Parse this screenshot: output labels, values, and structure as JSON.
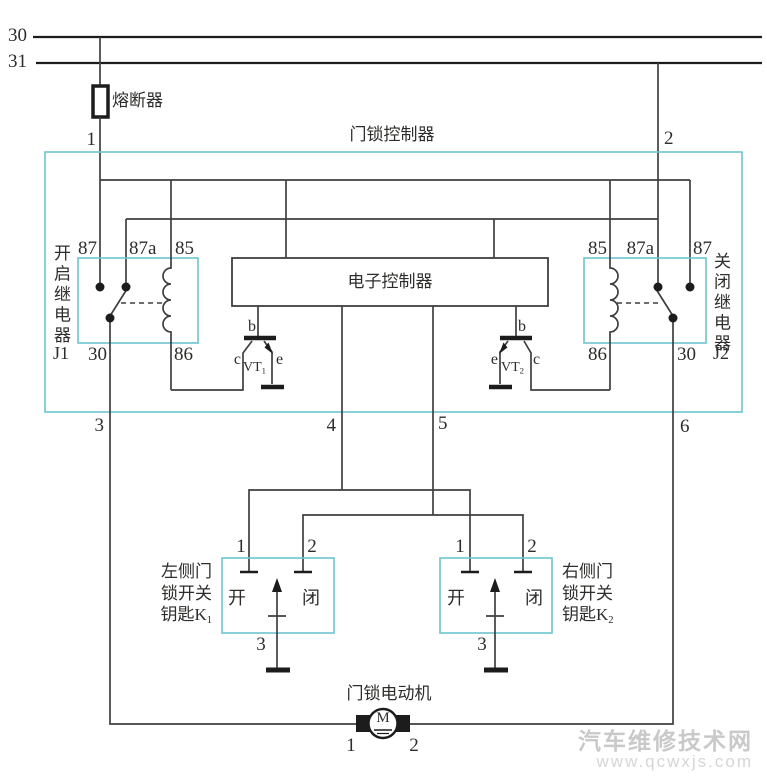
{
  "colors": {
    "wire": "#3f3f3f",
    "rail": "#1c1c1c",
    "box_stroke": "#6cc5ce",
    "text": "#2e2d2b",
    "watermark_primary": "#c9c9c9",
    "watermark_secondary": "#d6d6d6",
    "background": "#ffffff"
  },
  "rails": {
    "rail_30": "30",
    "rail_31": "31"
  },
  "fuse": {
    "label": "熔断器"
  },
  "controller": {
    "title": "门锁控制器",
    "ecu_label": "电子控制器",
    "terminal_1": "1",
    "terminal_2": "2",
    "terminal_3": "3",
    "terminal_4": "4",
    "terminal_5": "5",
    "terminal_6": "6"
  },
  "relay_j1": {
    "name": "开启继电器",
    "id": "J1",
    "t87": "87",
    "t87a": "87a",
    "t85": "85",
    "t30": "30",
    "t86": "86"
  },
  "relay_j2": {
    "name": "关闭继电器",
    "id": "J2",
    "t85": "85",
    "t87a": "87a",
    "t87": "87",
    "t86": "86",
    "t30": "30"
  },
  "transistor_vt1": {
    "label": "VT",
    "sub": "1",
    "base": "b",
    "collector": "c",
    "emitter": "e"
  },
  "transistor_vt2": {
    "label": "VT",
    "sub": "2",
    "base": "b",
    "collector": "c",
    "emitter": "e"
  },
  "switch_left": {
    "name_line1": "左侧门",
    "name_line2": "锁开关",
    "name_line3": "钥匙K",
    "name_sub": "1",
    "t1": "1",
    "t2": "2",
    "t3": "3",
    "open_label": "开",
    "close_label": "闭"
  },
  "switch_right": {
    "name_line1": "右侧门",
    "name_line2": "锁开关",
    "name_line3": "钥匙K",
    "name_sub": "2",
    "t1": "1",
    "t2": "2",
    "t3": "3",
    "open_label": "开",
    "close_label": "闭"
  },
  "motor": {
    "title": "门锁电动机",
    "symbol": "M",
    "t1": "1",
    "t2": "2"
  },
  "watermark": {
    "line1": "汽车维修技术网",
    "line2": "www.qcwxjs.com"
  }
}
